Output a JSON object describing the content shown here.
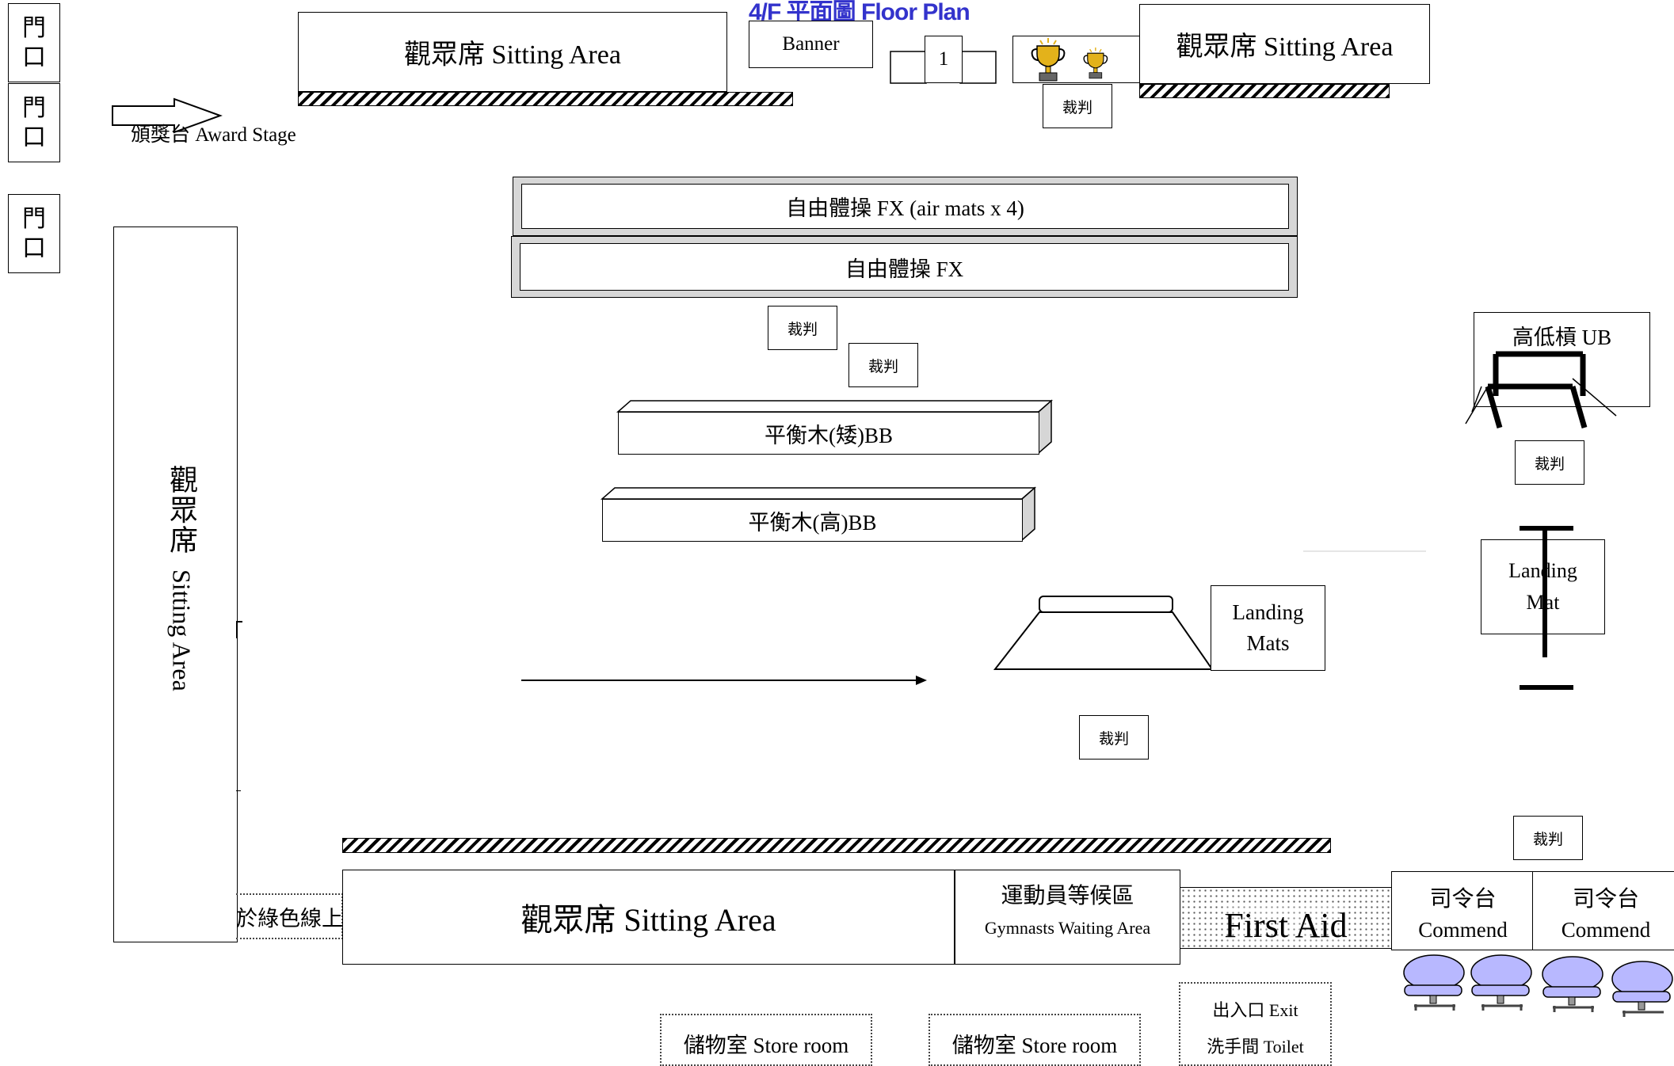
{
  "title": "4/F 平面圖 Floor Plan",
  "doors": [
    "門\n口",
    "門\n口",
    "門\n口"
  ],
  "award_stage": "頒獎台 Award Stage",
  "sitting_area": "觀眾席 Sitting Area",
  "sitting_area_vertical_cn": "觀眾席",
  "sitting_area_vertical_en": "Sitting Area",
  "banner": "Banner",
  "podium_first": "1",
  "judge": "裁判",
  "fx_air": "自由體操 FX (air mats x 4)",
  "fx": "自由體操 FX",
  "bb_low": "平衡木(矮)BB",
  "bb_high": "平衡木(高)BB",
  "landing_mats": "Landing\nMats",
  "ub": "高低槓 UB",
  "landing_mat": "Landing\nMat",
  "green_line_fragment": "於綠色線上",
  "gymnasts_waiting_cn": "運動員等候區",
  "gymnasts_waiting_en": "Gymnasts Waiting Area",
  "first_aid": "First Aid",
  "commend_cn": "司令台",
  "commend_en": "Commend",
  "store_room": "儲物室 Store room",
  "exit": "出入口 Exit",
  "toilet": "洗手間 Toilet",
  "colors": {
    "title": "#3333cc",
    "chair": "#b8b8ff",
    "trophy": "#e3b21b"
  },
  "icons": [
    "trophy-icon",
    "trophy-icon",
    "chair-icon"
  ]
}
